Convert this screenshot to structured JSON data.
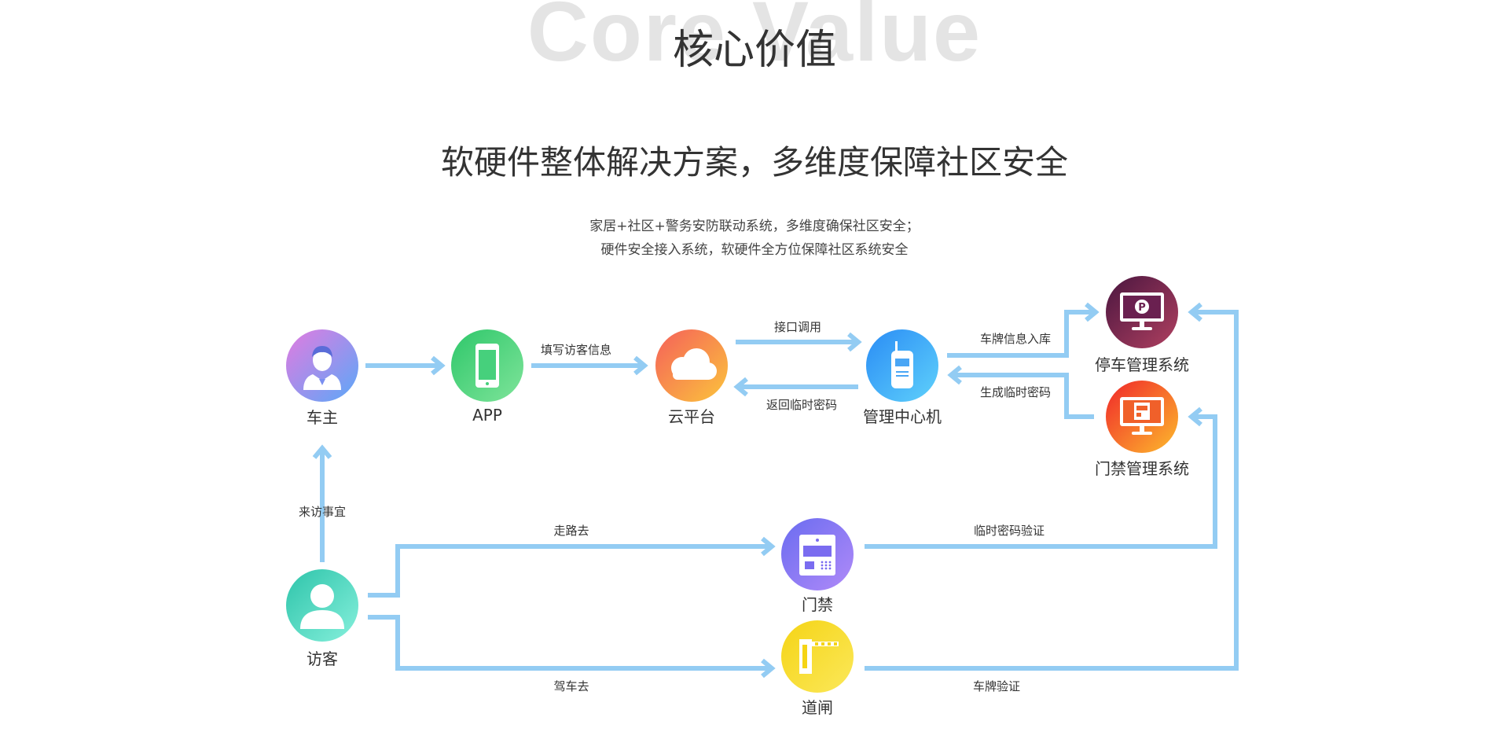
{
  "header": {
    "bg_title": "Core Value",
    "title": "核心价值"
  },
  "section": {
    "subtitle": "软硬件整体解决方案，多维度保障社区安全",
    "desc_lines": [
      "家居+社区+警务安防联动系统，多维度确保社区安全；",
      "硬件安全接入系统，软硬件全方位保障社区系统安全"
    ]
  },
  "nodes": {
    "owner": {
      "label": "车主",
      "icon": "person-icon"
    },
    "app": {
      "label": "APP",
      "icon": "smartphone-icon"
    },
    "cloud": {
      "label": "云平台",
      "icon": "cloud-icon"
    },
    "center": {
      "label": "管理中心机",
      "icon": "walkie-talkie-icon"
    },
    "parking": {
      "label": "停车管理系统",
      "icon": "parking-monitor-icon"
    },
    "access_sys": {
      "label": "门禁管理系统",
      "icon": "door-monitor-icon"
    },
    "visitor": {
      "label": "访客",
      "icon": "user-icon"
    },
    "door": {
      "label": "门禁",
      "icon": "door-panel-icon"
    },
    "barrier": {
      "label": "道闸",
      "icon": "barrier-gate-icon"
    }
  },
  "edges": {
    "app_to_cloud": "填写访客信息",
    "cloud_to_center": "接口调用",
    "center_to_cloud": "返回临时密码",
    "center_to_parking": "车牌信息入库",
    "access_to_center": "生成临时密码",
    "visitor_to_owner": "来访事宜",
    "walk": "走路去",
    "drive": "驾车去",
    "door_to_access": "临时密码验证",
    "barrier_to_parking": "车牌验证"
  },
  "colors": {
    "arrow": "#93ccf3",
    "owner": [
      "#e27be0",
      "#5aa8f8"
    ],
    "app": [
      "#2ec76a",
      "#7fe49a"
    ],
    "cloud": [
      "#f5605a",
      "#fbc43c"
    ],
    "center": [
      "#2a8cf5",
      "#5fd1fb"
    ],
    "parking": [
      "#4a1640",
      "#b04060"
    ],
    "access_sys": [
      "#f0262a",
      "#fdbb2d"
    ],
    "visitor": [
      "#2ec4aa",
      "#86f0dc"
    ],
    "door": [
      "#6a6cf0",
      "#b08af8"
    ],
    "barrier": [
      "#f5d415",
      "#fbe85a"
    ]
  }
}
